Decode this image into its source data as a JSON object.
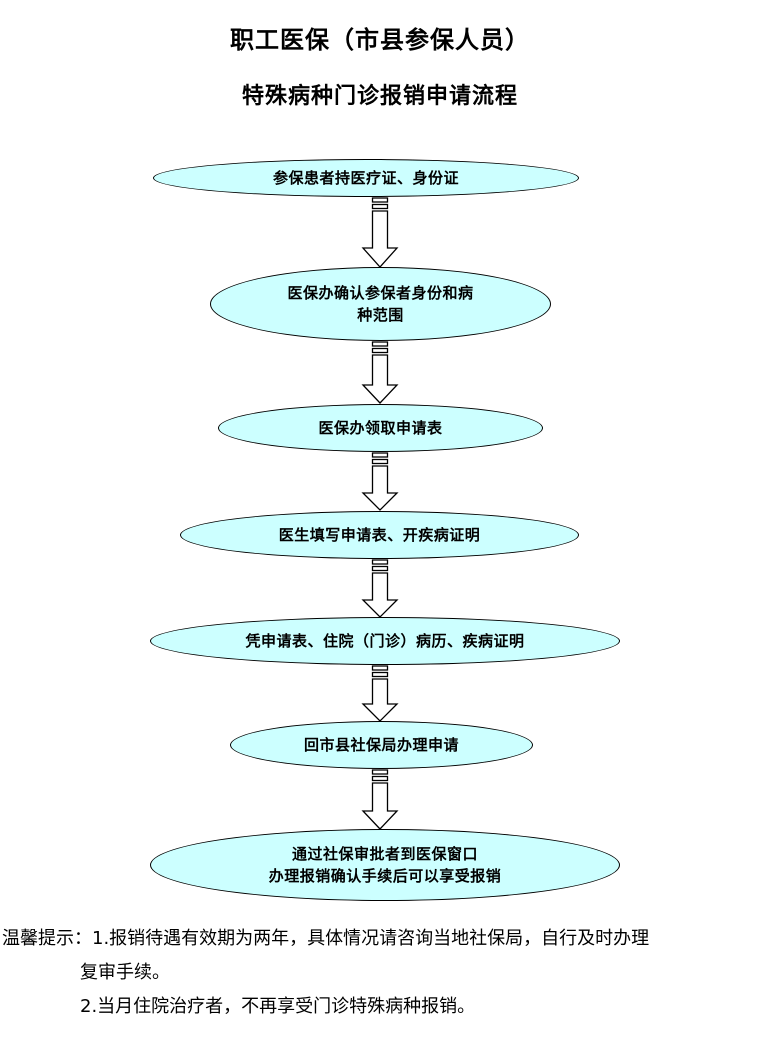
{
  "document": {
    "title_line_1": "职工医保（市县参保人员）",
    "title_line_2": "特殊病种门诊报销申请流程"
  },
  "flowchart": {
    "type": "process-flow",
    "node_shape": "ellipse",
    "connector_shape": "striped-block-arrow-down",
    "colors": {
      "node_fill": "#CCFFFF",
      "node_stroke": "#000000",
      "arrow_fill": "#FFFFFF",
      "arrow_stroke": "#000000",
      "text": "#000000",
      "background": "#FFFFFF"
    },
    "nodes": [
      {
        "id": "step-1",
        "order": 1,
        "label": "参保患者持医疗证、身份证"
      },
      {
        "id": "step-2",
        "order": 2,
        "label": "医保办确认参保者身份和病\n种范围"
      },
      {
        "id": "step-3",
        "order": 3,
        "label": "医保办领取申请表"
      },
      {
        "id": "step-4",
        "order": 4,
        "label": "医生填写申请表、开疾病证明"
      },
      {
        "id": "step-5",
        "order": 5,
        "label": "凭申请表、住院（门诊）病历、疾病证明"
      },
      {
        "id": "step-6",
        "order": 6,
        "label": "回市县社保局办理申请"
      },
      {
        "id": "step-7",
        "order": 7,
        "label": "通过社保审批者到医保窗口\n办理报销确认手续后可以享受报销"
      }
    ],
    "connectors": [
      {
        "id": "arrow-1",
        "from": "step-1",
        "to": "step-2"
      },
      {
        "id": "arrow-2",
        "from": "step-2",
        "to": "step-3"
      },
      {
        "id": "arrow-3",
        "from": "step-3",
        "to": "step-4"
      },
      {
        "id": "arrow-4",
        "from": "step-4",
        "to": "step-5"
      },
      {
        "id": "arrow-5",
        "from": "step-5",
        "to": "step-6"
      },
      {
        "id": "arrow-6",
        "from": "step-6",
        "to": "step-7"
      }
    ]
  },
  "notes": {
    "lines": [
      "温馨提示：1.报销待遇有效期为两年，具体情况请咨询当地社保局，自行及时办理",
      "复审手续。",
      "2.当月住院治疗者，不再享受门诊特殊病种报销。"
    ]
  }
}
